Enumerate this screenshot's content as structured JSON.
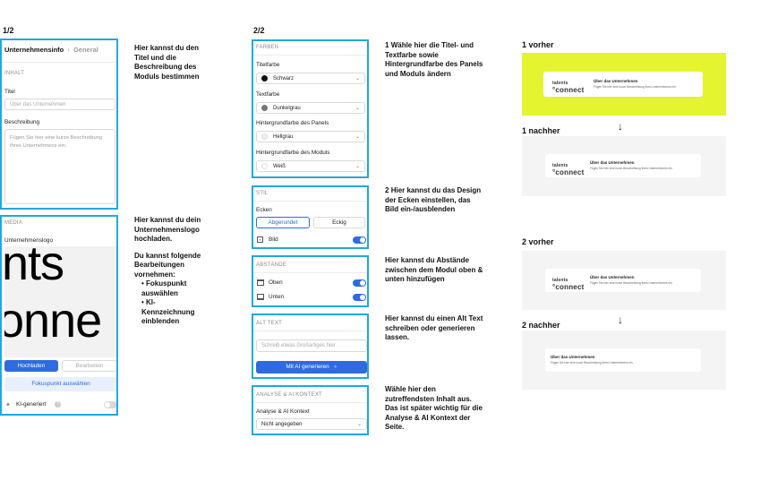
{
  "steps": {
    "one": "1/2",
    "two": "2/2"
  },
  "panel1": {
    "tab_active": "Unternehmensinfo",
    "tab_sep": "›",
    "tab_inactive": "General",
    "section": "INHALT",
    "title_label": "Titel",
    "title_placeholder": "Über das Unternehmen",
    "desc_label": "Beschreibung",
    "desc_placeholder": "Fügen Sie hier eine kurze Beschreibung Ihres Unternehmens ein."
  },
  "ann1": "Hier kannst du den Titel und die Beschreibung des Moduls bestimmen",
  "panel2": {
    "section": "MEDIA",
    "logo_label": "Unternehmenslogo",
    "logo_line1": "nts",
    "logo_line2": "onne",
    "upload": "Hochladen",
    "edit": "Bearbeiten",
    "focus": "Fokuspunkt auswählen",
    "ki": "KI-generiert"
  },
  "ann2": {
    "intro": "Hier kannst du dein Unternehmenslogo hochladen.",
    "para": "Du kannst folgende Bearbeitungen vornehmen:",
    "bullets": [
      "Fokuspunkt auswählen",
      "KI-Kennzeichnung einblenden"
    ]
  },
  "farben": {
    "section": "FARBEN",
    "titlecolor_label": "Titelfarbe",
    "titlecolor": "Schwarz",
    "textcolor_label": "Textfarbe",
    "textcolor": "Dunkelgrau",
    "panelbg_label": "Hintergrundfarbe des Panels",
    "panelbg": "Hellgrau",
    "modulebg_label": "Hintergrundfarbe des Moduls",
    "modulebg": "Weiß",
    "colors": {
      "schwarz": "#111111",
      "dunkelgrau": "#777777",
      "hellgrau": "#eeeeee",
      "weiss": "#ffffff"
    }
  },
  "ann3": {
    "num": "1",
    "text": "Wähle hier die Titel- und Textfarbe sowie Hintergrundfarbe des Panels und Moduls ändern"
  },
  "stil": {
    "section": "STIL",
    "corners_label": "Ecken",
    "rounded": "Abgerundet",
    "square": "Eckig",
    "image": "Bild"
  },
  "ann4": {
    "num": "2",
    "text": "Hier kannst du das Design der Ecken einstellen, das Bild ein-/ausblenden"
  },
  "abstaende": {
    "section": "ABSTÄNDE",
    "top": "Oben",
    "bottom": "Unten"
  },
  "ann5": "Hier kannst du Abstände zwischen dem Modul oben & unten hinzufügen",
  "alttext": {
    "section": "ALT TEXT",
    "placeholder": "Schreib etwas Großartiges hier",
    "generate": "Mit AI generieren"
  },
  "ann6": "Hier kannst du einen Alt Text schreiben oder generieren lassen.",
  "analyse": {
    "section": "ANALYSE & AI KONTEXT",
    "label": "Analyse & AI Kontext",
    "value": "Nicht angegeben"
  },
  "ann7": "Wähle hier den zutreffendsten Inhalt aus. Das ist später wichtig für die Analyse & AI Kontext der Seite.",
  "previews": {
    "before1": "1  vorher",
    "after1": "1  nachher",
    "before2": "2  vorher",
    "after2": "2  nachher",
    "logo_a": "talents",
    "logo_b": "°connect",
    "card_title": "Über das Unternehmen",
    "card_sub": "Fügen Sie hier eine kurze Beschreibung Ihres Unternehmens ein.",
    "accent": "#e4f52f"
  }
}
